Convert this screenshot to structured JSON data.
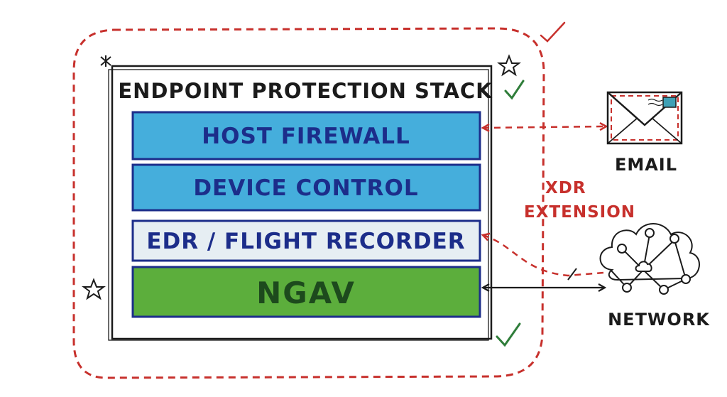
{
  "diagram": {
    "title": "ENDPOINT PROTECTION STACK",
    "layers": [
      {
        "label": "HOST FIREWALL",
        "fill": "#45aedc"
      },
      {
        "label": "DEVICE CONTROL",
        "fill": "#45aedc"
      },
      {
        "label": "EDR / FLIGHT RECORDER",
        "fill": "#e6eef3"
      },
      {
        "label": "NGAV",
        "fill": "#5cae3c"
      }
    ],
    "xdr": {
      "line1": "XDR",
      "line2": "EXTENSION",
      "color": "#c7302c"
    },
    "email": {
      "label": "EMAIL",
      "icon": "envelope-icon"
    },
    "network": {
      "label": "NETWORK",
      "icon": "network-cloud-icon"
    },
    "colors": {
      "ink": "#1b1b1b",
      "border_blue": "#1c2d8a",
      "check_green": "#2f7d3a",
      "dash_red": "#c7302c"
    }
  }
}
